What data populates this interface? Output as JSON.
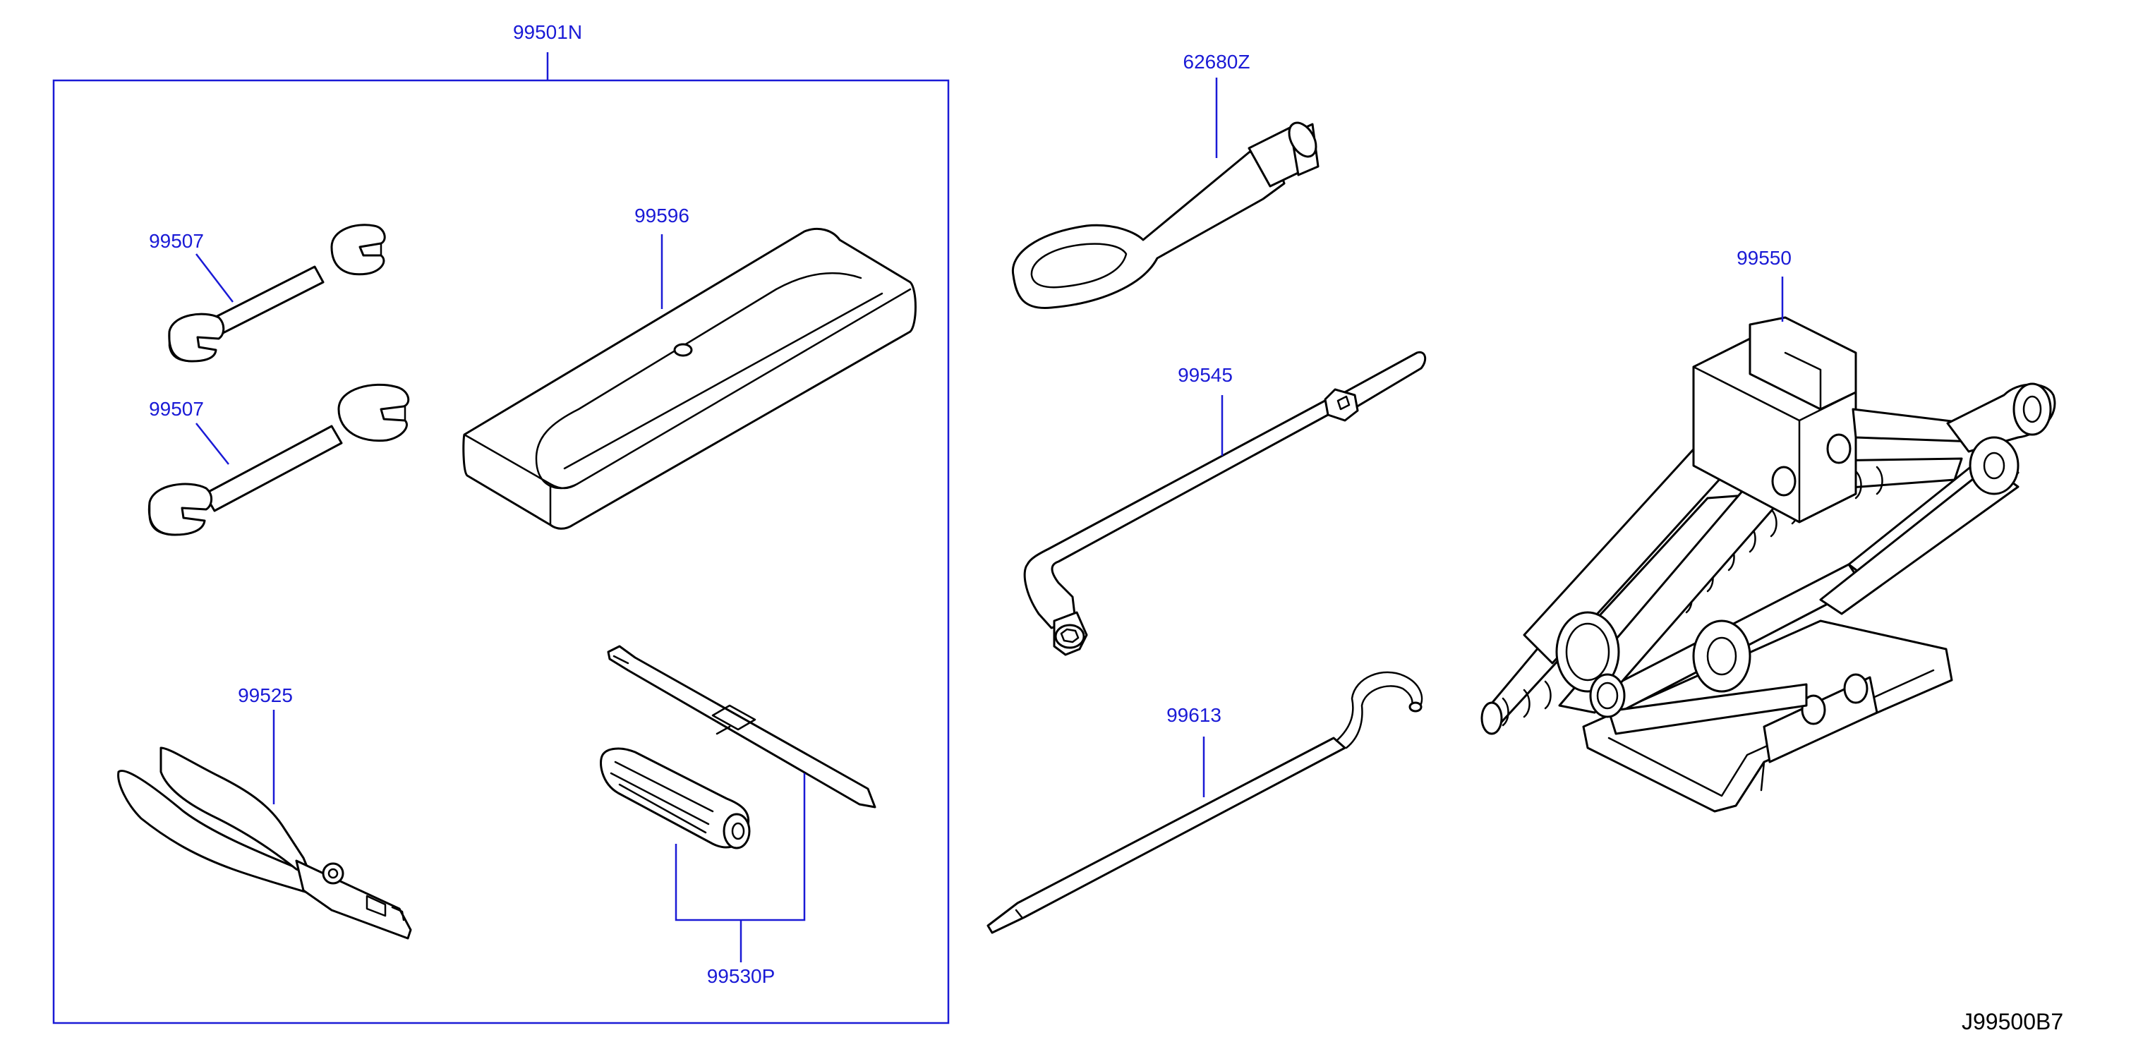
{
  "labels": {
    "kit": "99501N",
    "wrench_upper": "99507",
    "wrench_lower": "99507",
    "bag": "99596",
    "pliers": "99525",
    "screwdriver_set": "99530P",
    "tow_hook": "62680Z",
    "wheel_wrench": "99545",
    "jack_rod": "99613",
    "jack": "99550"
  },
  "diagram_code": "J99500B7",
  "colors": {
    "label": "#1a1ad6",
    "line_art": "#000000",
    "background": "#ffffff"
  }
}
